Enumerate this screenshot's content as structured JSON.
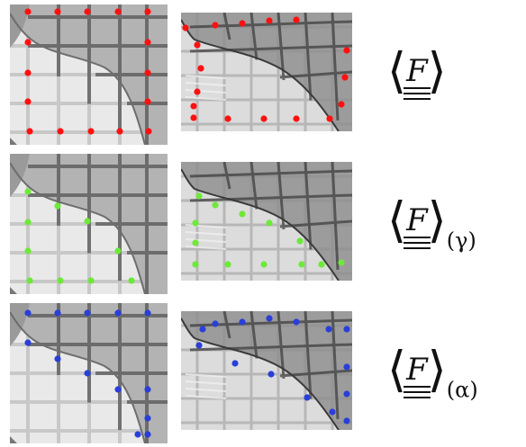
{
  "rows": [
    {
      "dot_color": "#ff1010",
      "label": {
        "symbol": "F",
        "subscript": ""
      }
    },
    {
      "dot_color": "#6ee83a",
      "label": {
        "symbol": "F",
        "subscript": "(γ)"
      }
    },
    {
      "dot_color": "#2a3fd8",
      "label": {
        "symbol": "F",
        "subscript": "(α)"
      }
    }
  ],
  "brackets": {
    "left": "⟨",
    "right": "⟩"
  }
}
